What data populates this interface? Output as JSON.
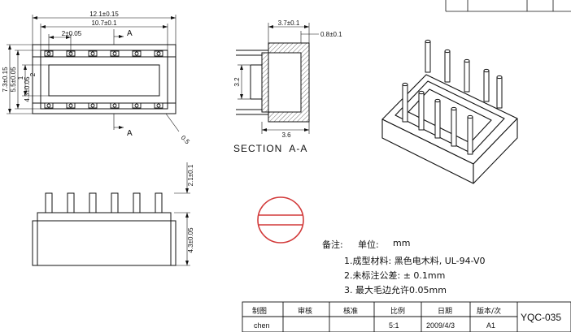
{
  "top_view": {
    "overall_length": "12.1±0.15",
    "body_length": "10.7±0.1",
    "pitch": "2±0.05",
    "section_mark": "A",
    "height_overall": "7.3±0.15",
    "height_mid": "5.5±0.05",
    "height_small": "4.3±0.05",
    "dim_small_a": "1",
    "dim_small_b": "2",
    "pin_dia": "0.5"
  },
  "section_view": {
    "width_top": "3.7±0.1",
    "wall": "0.8±0.1",
    "inner_height": "3.2",
    "base_width": "3.6",
    "caption": "SECTION  A-A"
  },
  "front_view": {
    "pin_length": "2.1±0.1",
    "body_height": "4.3±0.05"
  },
  "notes": {
    "header_label": "备注:",
    "unit_label": "单位:",
    "unit_value": "mm",
    "line1": "1.成型材料:  黑色电木料, UL-94-V0",
    "line2": "2.未标注公差:  ± 0.1mm",
    "line3": "3. 最大毛边允许0.05mm"
  },
  "title_block": {
    "headers": [
      "制图",
      "审核",
      "核准",
      "比例",
      "日期",
      "版本/次"
    ],
    "values": [
      "chen",
      "",
      "",
      "5:1",
      "2009/4/3",
      "A1"
    ],
    "part_number": "YQC-035"
  }
}
